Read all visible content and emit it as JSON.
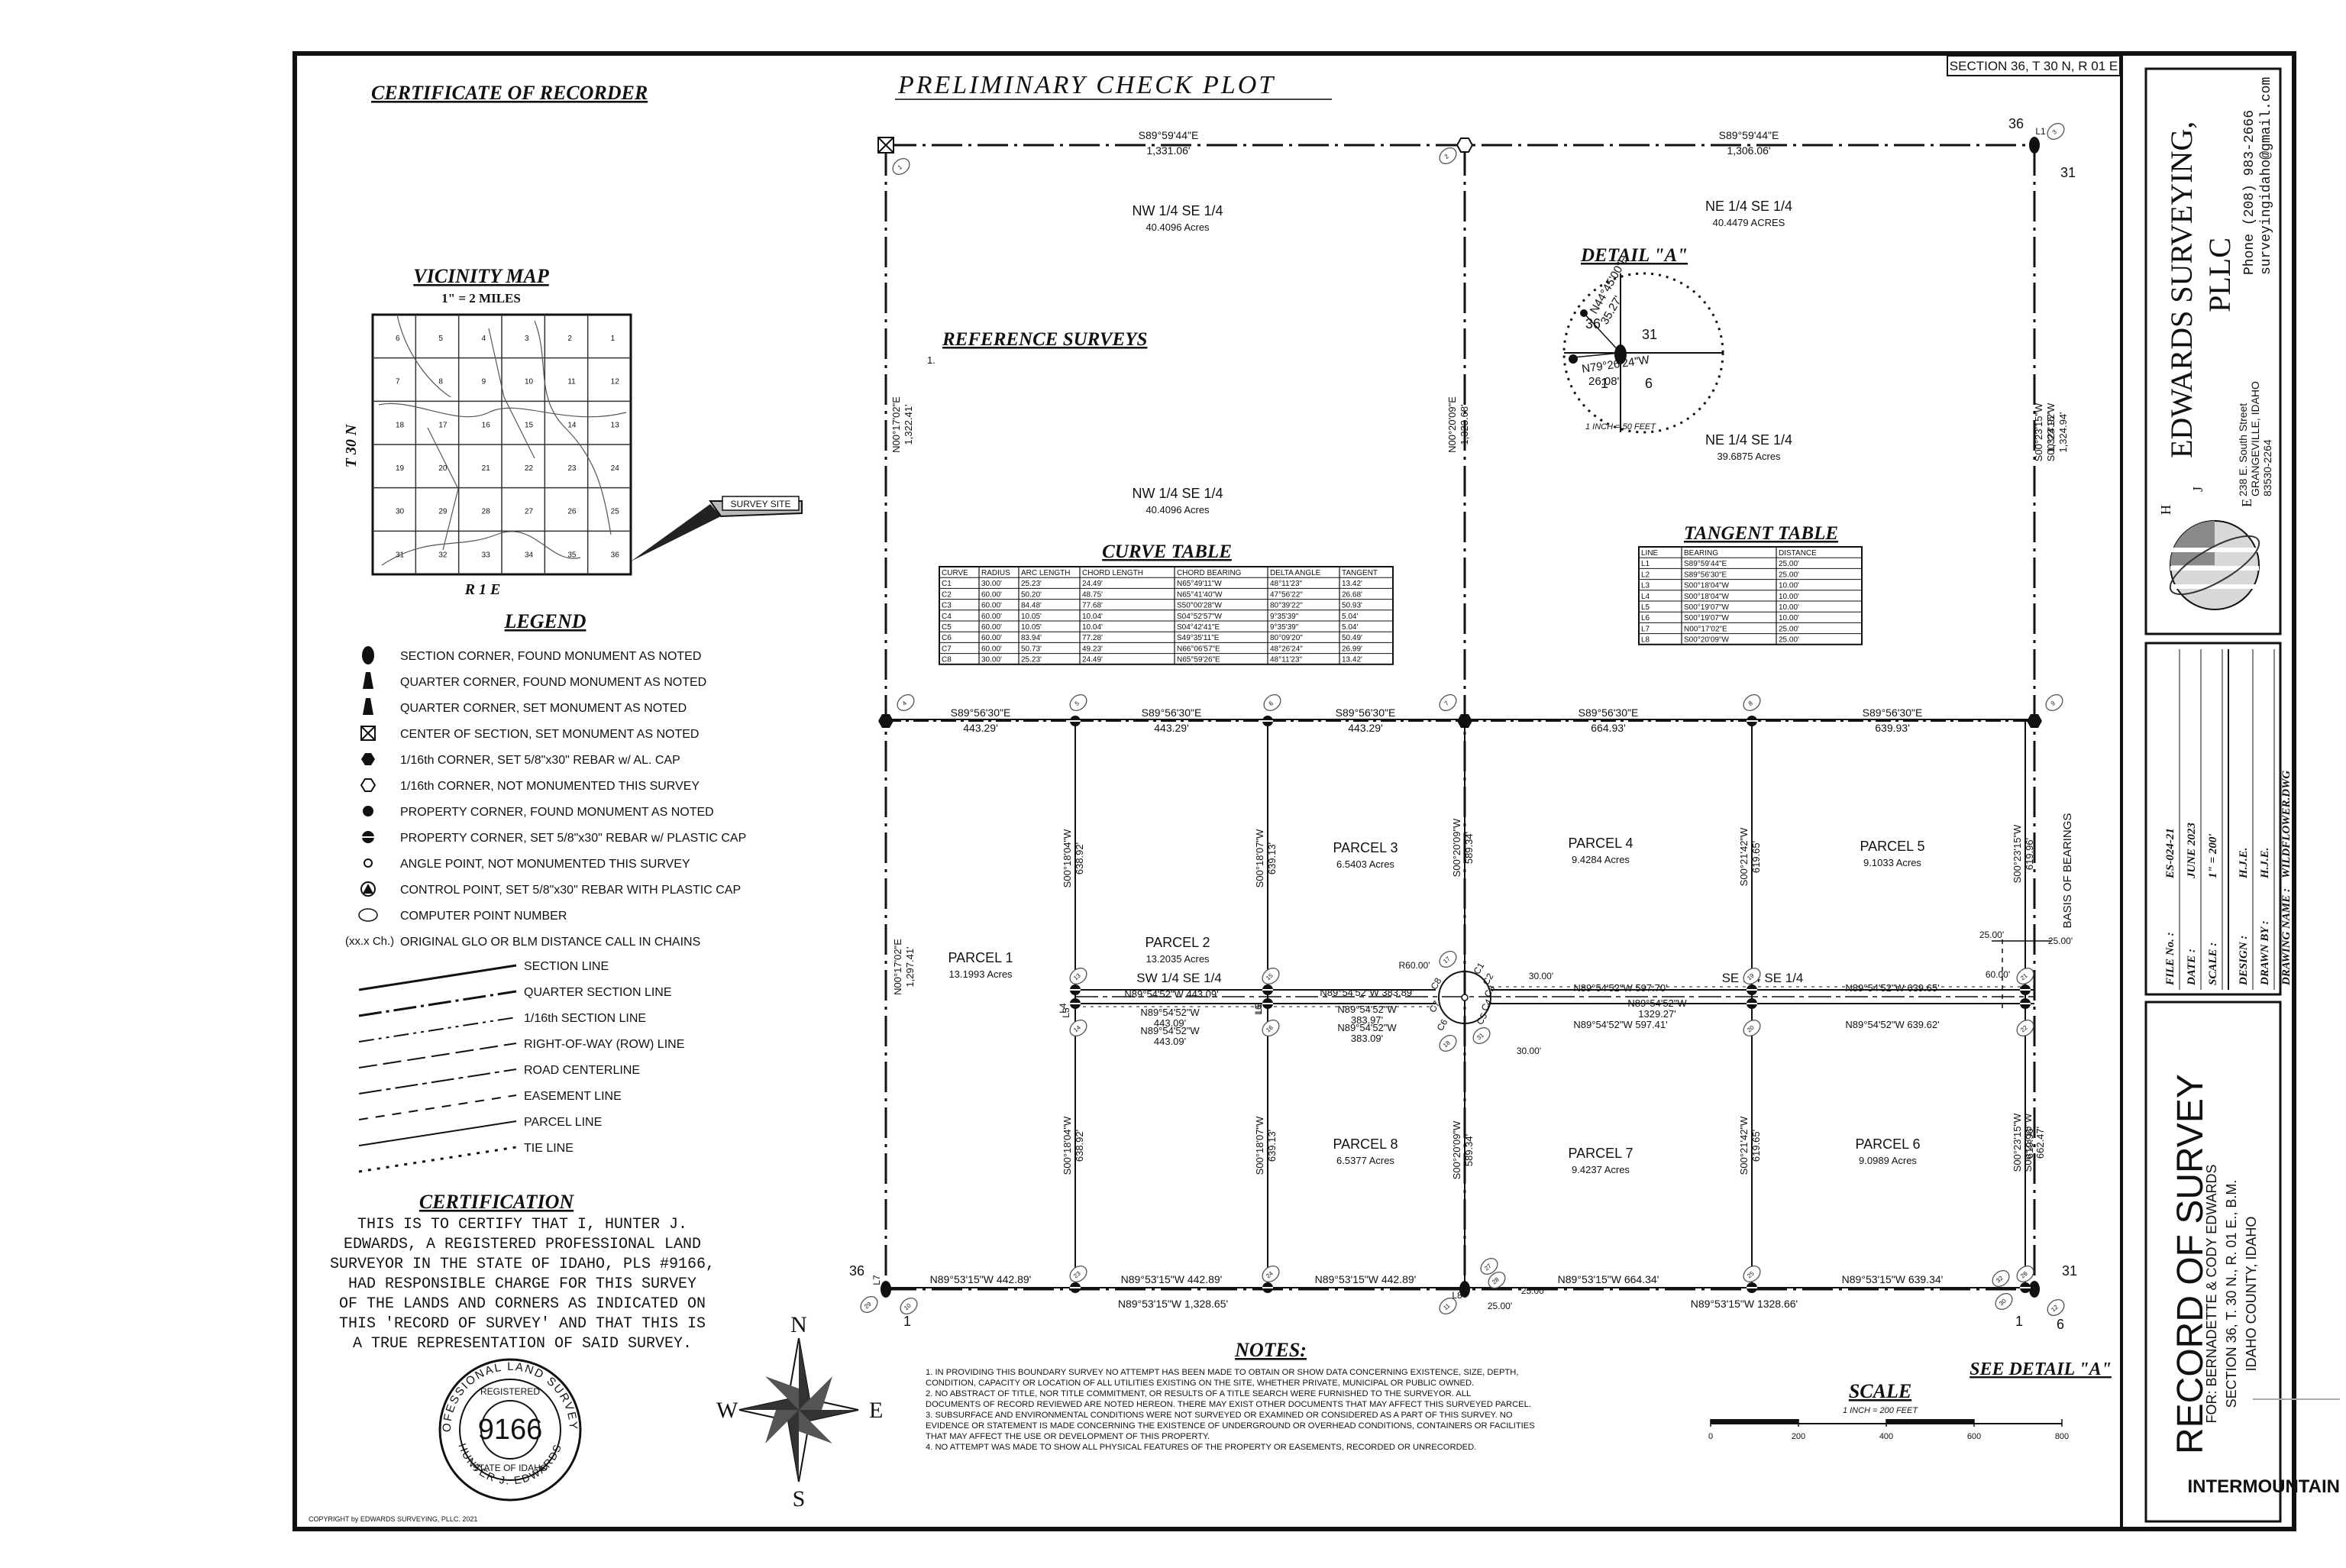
{
  "sheet": {
    "section_ref": "SECTION 36, T 30 N, R 01 E",
    "check_plot_label": "PRELIMINARY CHECK PLOT",
    "copyright": "COPYRIGHT by EDWARDS SURVEYING, PLLC. 2021",
    "watermark": "INTERMOUNTAIN"
  },
  "left_panel": {
    "recorder_title": "CERTIFICATE OF RECORDER",
    "vicinity_title": "VICINITY MAP",
    "vicinity_scale": "1\" = 2 MILES",
    "township": "T 30 N",
    "range": "R 1 E",
    "survey_site": "SURVEY SITE",
    "map_section_numbers": [
      "6",
      "5",
      "4",
      "3",
      "2",
      "1",
      "7",
      "8",
      "9",
      "10",
      "11",
      "12",
      "18",
      "17",
      "16",
      "15",
      "14",
      "13",
      "19",
      "20",
      "21",
      "22",
      "23",
      "24",
      "30",
      "29",
      "28",
      "27",
      "26",
      "25",
      "31",
      "32",
      "33",
      "34",
      "35",
      "36"
    ],
    "legend_title": "LEGEND",
    "legend_symbols": [
      {
        "icon": "section-corner-icon",
        "label": "SECTION CORNER, FOUND MONUMENT AS NOTED"
      },
      {
        "icon": "quarter-corner-found-icon",
        "label": "QUARTER CORNER, FOUND MONUMENT AS NOTED"
      },
      {
        "icon": "quarter-corner-set-icon",
        "label": "QUARTER CORNER, SET MONUMENT AS NOTED"
      },
      {
        "icon": "center-of-section-icon",
        "label": "CENTER OF SECTION, SET MONUMENT AS NOTED"
      },
      {
        "icon": "sixteenth-corner-set-icon",
        "label": "1/16th CORNER, SET 5/8\"x30\" REBAR w/ AL. CAP"
      },
      {
        "icon": "sixteenth-corner-unmonumented-icon",
        "label": "1/16th CORNER, NOT MONUMENTED THIS SURVEY"
      },
      {
        "icon": "property-corner-found-icon",
        "label": "PROPERTY CORNER, FOUND MONUMENT AS NOTED"
      },
      {
        "icon": "property-corner-set-icon",
        "label": "PROPERTY CORNER, SET 5/8\"x30\" REBAR w/ PLASTIC CAP"
      },
      {
        "icon": "angle-point-icon",
        "label": "ANGLE POINT, NOT MONUMENTED THIS SURVEY"
      },
      {
        "icon": "control-point-icon",
        "label": "CONTROL POINT, SET 5/8\"x30\" REBAR WITH PLASTIC CAP"
      },
      {
        "icon": "computer-point-number-icon",
        "label": "COMPUTER POINT NUMBER"
      },
      {
        "icon": "glo-call-icon",
        "prefix": "(xx.x Ch.)",
        "label": "ORIGINAL GLO OR BLM DISTANCE CALL IN CHAINS"
      }
    ],
    "legend_lines": [
      "SECTION LINE",
      "QUARTER SECTION LINE",
      "1/16th SECTION LINE",
      "RIGHT-OF-WAY (ROW) LINE",
      "ROAD CENTERLINE",
      "EASEMENT LINE",
      "PARCEL LINE",
      "TIE LINE"
    ],
    "certification_title": "CERTIFICATION",
    "certification_lines": [
      "THIS IS TO CERTIFY THAT I, HUNTER J.",
      "EDWARDS, A REGISTERED PROFESSIONAL LAND",
      "SURVEYOR IN THE STATE OF IDAHO, PLS #9166,",
      "HAD RESPONSIBLE CHARGE FOR THIS SURVEY",
      "OF THE LANDS AND CORNERS AS INDICATED ON",
      "THIS 'RECORD OF SURVEY' AND THAT THIS IS",
      "A TRUE REPRESENTATION OF SAID SURVEY."
    ],
    "seal": {
      "number": "9166",
      "ring_top": "PROFESSIONAL LAND SURVEYOR",
      "registered": "REGISTERED",
      "state": "STATE OF IDAHO",
      "name": "HUNTER J. EDWARDS"
    }
  },
  "plat": {
    "reference_title": "REFERENCE SURVEYS",
    "reference_item": "1.",
    "quarter_labels": [
      {
        "name": "NW 1/4 SE 1/4",
        "acres": "40.4096 Acres"
      },
      {
        "name": "NE 1/4 SE 1/4",
        "acres": "40.4479 ACRES"
      },
      {
        "name": "NW 1/4 SE 1/4",
        "acres": "40.4096 Acres"
      },
      {
        "name": "NE 1/4 SE 1/4",
        "acres": "39.6875 Acres"
      }
    ],
    "parcels": [
      {
        "name": "PARCEL 1",
        "acres": "13.1993 Acres"
      },
      {
        "name": "PARCEL 2",
        "acres": "13.2035 Acres"
      },
      {
        "name": "PARCEL 3",
        "acres": "6.5403 Acres"
      },
      {
        "name": "PARCEL 4",
        "acres": "9.4284 Acres"
      },
      {
        "name": "PARCEL 5",
        "acres": "9.1033 Acres"
      },
      {
        "name": "PARCEL 6",
        "acres": "9.0989 Acres"
      },
      {
        "name": "PARCEL 7",
        "acres": "9.4237 Acres"
      },
      {
        "name": "PARCEL 8",
        "acres": "6.5377 Acres"
      }
    ],
    "sw_label": "SW 1/4 SE 1/4",
    "se_label": "SE 1/4 SE 1/4",
    "basis": "BASIS OF BEARINGS",
    "top_calls": [
      {
        "bearing": "S89°59'44\"E",
        "distance": "1,331.06'"
      },
      {
        "bearing": "S89°59'44\"E",
        "distance": "1,306.06'"
      }
    ],
    "sixteenth_calls": [
      {
        "bearing": "S89°56'30\"E",
        "distance": "443.29'"
      },
      {
        "bearing": "S89°56'30\"E",
        "distance": "443.29'"
      },
      {
        "bearing": "S89°56'30\"E",
        "distance": "443.29'"
      },
      {
        "bearing": "S89°56'30\"E",
        "distance": "664.93'"
      },
      {
        "bearing": "S89°56'30\"E",
        "distance": "639.93'"
      }
    ],
    "bottom_calls": [
      {
        "bearing": "N89°53'15\"W",
        "distance": "442.89'"
      },
      {
        "bearing": "N89°53'15\"W",
        "distance": "442.89'"
      },
      {
        "bearing": "N89°53'15\"W",
        "distance": "442.89'"
      },
      {
        "bearing": "N89°53'15\"W",
        "distance": "664.34'"
      },
      {
        "bearing": "N89°53'15\"W",
        "distance": "639.34'"
      }
    ],
    "bottom_totals": [
      {
        "bearing": "N89°53'15\"W",
        "distance": "1,328.65'"
      },
      {
        "bearing": "N89°53'15\"W",
        "distance": "1328.66'"
      }
    ],
    "vertical_calls": [
      "N00°17'02\"E 1,322.41'",
      "N00°20'09\"E 1,323.68'",
      "S00°23'15\"W 1,324.92'",
      "S00°23'15\"W 1,324.94'",
      "N00°17'02\"E 1,297.41'",
      "S00°18'04\"W 638.92'",
      "S00°18'07\"W 639.13'",
      "S00°20'09\"W 589.34'",
      "S00°21'42\"W 619.65'",
      "S00°23'15\"W 619.96'",
      "S00°18'04\"W 638.92'",
      "S00°18'07\"W 639.13'",
      "S00°20'09\"W 589.34'",
      "S00°21'42\"W 619.65'",
      "S00°23'15\"W 619.96'",
      "S00°23'15\"W 662.47'"
    ],
    "road_calls": [
      "N89°54'52\"W 443.09'",
      "N89°54'52\"W 443.09'",
      "N89°54'52\"W 443.09'",
      "N89°54'52\"W 383.89'",
      "N89°54'52\"W 383.97'",
      "N89°54'52\"W 383.09'",
      "N89°54'52\"W 597.70'",
      "N89°54'52\"W 1329.27'",
      "N89°54'52\"W 597.41'",
      "N89°54'52\"W 639.65'",
      "N89°54'52\"W 639.62'"
    ],
    "misc_labels": [
      "R60.00'",
      "30.00'",
      "30.00'",
      "60.00'",
      "25.00'",
      "25.00'",
      "25.00'",
      "25.00'"
    ],
    "line_tags": [
      "L1",
      "L3",
      "L4",
      "L5",
      "L6",
      "L7",
      "L8",
      "C1",
      "C2",
      "C3",
      "C4",
      "C5",
      "C6",
      "C7",
      "C8"
    ],
    "corner_numbers": [
      "36",
      "31",
      "36",
      "31",
      "1",
      "1",
      "6"
    ],
    "point_numbers": [
      "1",
      "2",
      "3",
      "4",
      "5",
      "6",
      "7",
      "8",
      "9",
      "10",
      "11",
      "12",
      "13",
      "14",
      "15",
      "16",
      "17",
      "18",
      "19",
      "20",
      "21",
      "22",
      "23",
      "24",
      "25",
      "26",
      "27",
      "28",
      "29",
      "30",
      "31",
      "32"
    ],
    "see_detail": "SEE DETAIL \"A\"",
    "detail": {
      "title": "DETAIL \"A\"",
      "scale": "1 INCH = 50 FEET",
      "bearing1": "N44°45'00\"E",
      "bearing2": "N79°26'24\"W",
      "dist1": "35.27'",
      "dist2": "26.08'",
      "corners": [
        "36",
        "31",
        "1",
        "6"
      ]
    },
    "compass": {
      "n": "N",
      "s": "S",
      "e": "E",
      "w": "W"
    },
    "scale_bar": {
      "title": "SCALE",
      "note": "1 INCH = 200 FEET",
      "ticks": [
        "0",
        "200",
        "400",
        "600",
        "800"
      ]
    },
    "notes_title": "NOTES:",
    "notes": [
      "1.  IN PROVIDING THIS BOUNDARY SURVEY NO ATTEMPT HAS BEEN MADE TO OBTAIN OR SHOW DATA CONCERNING EXISTENCE, SIZE, DEPTH,",
      "CONDITION, CAPACITY OR LOCATION OF ALL UTILITIES EXISTING ON THE SITE, WHETHER PRIVATE, MUNICIPAL OR PUBLIC OWNED.",
      "2.  NO ABSTRACT OF TITLE, NOR TITLE COMMITMENT, OR RESULTS OF A TITLE SEARCH WERE FURNISHED TO THE SURVEYOR.  ALL",
      "DOCUMENTS OF RECORD REVIEWED ARE NOTED HEREON.  THERE MAY EXIST OTHER DOCUMENTS THAT MAY AFFECT THIS SURVEYED PARCEL.",
      "3.  SUBSURFACE AND ENVIRONMENTAL CONDITIONS WERE NOT SURVEYED OR EXAMINED OR CONSIDERED AS A PART OF THIS SURVEY.  NO",
      "EVIDENCE OR STATEMENT IS MADE CONCERNING THE EXISTENCE OF UNDERGROUND OR OVERHEAD CONDITIONS, CONTAINERS OR FACILITIES",
      "THAT MAY AFFECT THE USE OR DEVELOPMENT OF THIS PROPERTY.",
      "4.  NO ATTEMPT WAS MADE TO SHOW ALL PHYSICAL FEATURES OF THE PROPERTY OR EASEMENTS, RECORDED OR UNRECORDED."
    ]
  },
  "curve_table": {
    "title": "CURVE TABLE",
    "headers": [
      "CURVE",
      "RADIUS",
      "ARC LENGTH",
      "CHORD LENGTH",
      "CHORD BEARING",
      "DELTA ANGLE",
      "TANGENT"
    ],
    "rows": [
      [
        "C1",
        "30.00'",
        "25.23'",
        "24.49'",
        "N65°49'11\"W",
        "48°11'23\"",
        "13.42'"
      ],
      [
        "C2",
        "60.00'",
        "50.20'",
        "48.75'",
        "N65°41'40\"W",
        "47°56'22\"",
        "26.68'"
      ],
      [
        "C3",
        "60.00'",
        "84.48'",
        "77.68'",
        "S50°00'28\"W",
        "80°39'22\"",
        "50.93'"
      ],
      [
        "C4",
        "60.00'",
        "10.05'",
        "10.04'",
        "S04°52'57\"W",
        "9°35'39\"",
        "5.04'"
      ],
      [
        "C5",
        "60.00'",
        "10.05'",
        "10.04'",
        "S04°42'41\"E",
        "9°35'39\"",
        "5.04'"
      ],
      [
        "C6",
        "60.00'",
        "83.94'",
        "77.28'",
        "S49°35'11\"E",
        "80°09'20\"",
        "50.49'"
      ],
      [
        "C7",
        "60.00'",
        "50.73'",
        "49.23'",
        "N66°06'57\"E",
        "48°26'24\"",
        "26.99'"
      ],
      [
        "C8",
        "30.00'",
        "25.23'",
        "24.49'",
        "N65°59'26\"E",
        "48°11'23\"",
        "13.42'"
      ]
    ]
  },
  "tangent_table": {
    "title": "TANGENT TABLE",
    "headers": [
      "LINE",
      "BEARING",
      "DISTANCE"
    ],
    "rows": [
      [
        "L1",
        "S89°59'44\"E",
        "25.00'"
      ],
      [
        "L2",
        "S89°56'30\"E",
        "25.00'"
      ],
      [
        "L3",
        "S00°18'04\"W",
        "10.00'"
      ],
      [
        "L4",
        "S00°18'04\"W",
        "10.00'"
      ],
      [
        "L5",
        "S00°19'07\"W",
        "10.00'"
      ],
      [
        "L6",
        "S00°19'07\"W",
        "10.00'"
      ],
      [
        "L7",
        "N00°17'02\"E",
        "25.00'"
      ],
      [
        "L8",
        "S00°20'09\"W",
        "25.00'"
      ]
    ]
  },
  "title_block": {
    "company": "EDWARDS SURVEYING,",
    "company2": "PLLC",
    "address1": "238 E. South Street",
    "address2": "GRANGEVILLE, IDAHO",
    "address3": "83530-2264",
    "phone": "Phone (208) 983-2666",
    "email": "surveyingidaho@gmail.com",
    "logo_letters": [
      "H",
      "J",
      "E"
    ],
    "info_rows": [
      {
        "label": "FILE No.",
        "value": "ES-024-21"
      },
      {
        "label": "DATE",
        "value": "JUNE 2023"
      },
      {
        "label": "SCALE",
        "value": "1\" = 200'"
      },
      {
        "label": "DESIGN",
        "value": "H.J.E."
      },
      {
        "label": "DRAWN BY",
        "value": "H.J.E."
      },
      {
        "label": "DRAWING NAME",
        "value": "WILDFLOWER.DWG"
      }
    ],
    "record_title": "RECORD OF SURVEY",
    "for_line": "FOR: BERNADETTE & CODY EDWARDS",
    "section_line": "SECTION 36, T. 30 N., R. 01 E., B.M.",
    "county_line": "IDAHO COUNTY, IDAHO"
  }
}
